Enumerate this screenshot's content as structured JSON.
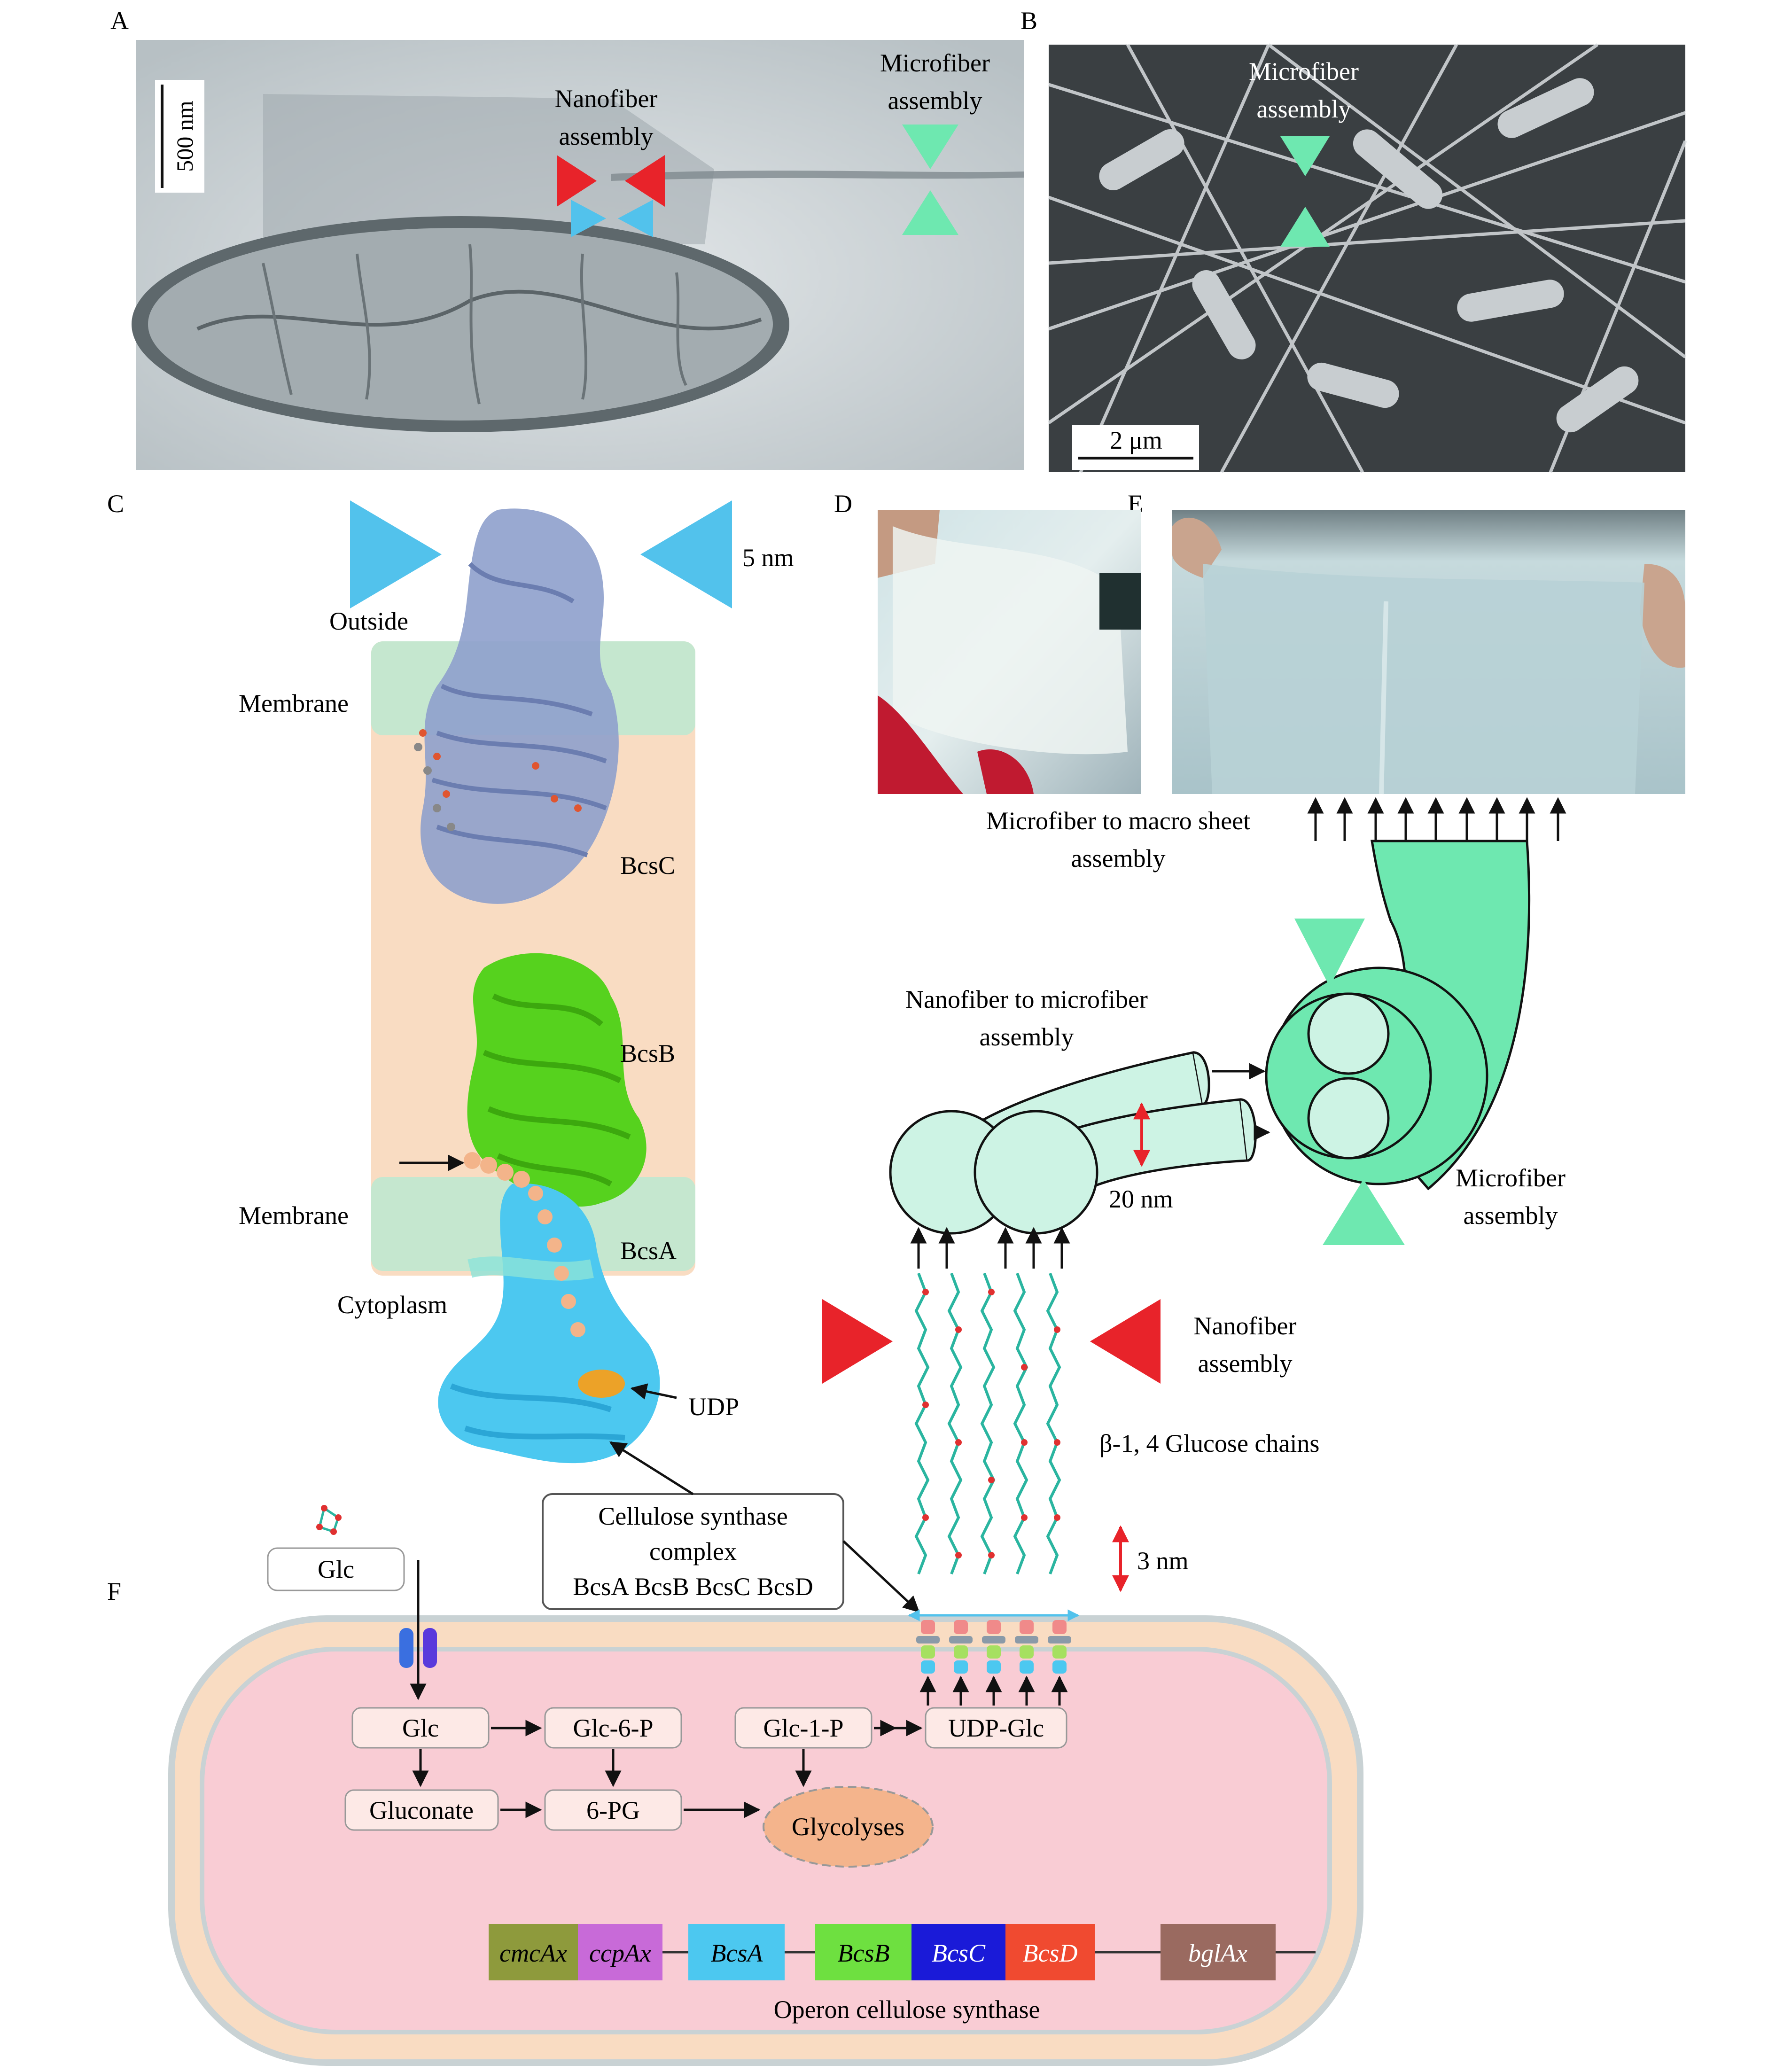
{
  "panels": {
    "a": "A",
    "b": "B",
    "c": "C",
    "d": "D",
    "e": "E",
    "f": "F"
  },
  "panel_a": {
    "scale": "500 nm",
    "nanofiber_line1": "Nanofiber",
    "nanofiber_line2": "assembly",
    "microfiber_line1": "Microfiber",
    "microfiber_line2": "assembly"
  },
  "panel_b": {
    "microfiber_line1": "Microfiber",
    "microfiber_line2": "assembly",
    "scale": "2 μm"
  },
  "panel_c": {
    "size": "5 nm",
    "outside": "Outside",
    "membrane_top": "Membrane",
    "membrane_bottom": "Membrane",
    "cytoplasm": "Cytoplasm",
    "bcsc": "BcsC",
    "bcsb": "BcsB",
    "bcsa": "BcsA",
    "udp": "UDP"
  },
  "panel_de": {
    "macro_line1": "Microfiber to macro sheet",
    "macro_line2": "assembly"
  },
  "assembly": {
    "nano_micro_line1": "Nanofiber to microfiber",
    "nano_micro_line2": "assembly",
    "fiber_width": "20 nm",
    "micro_line1": "Microfiber",
    "micro_line2": "assembly",
    "nano_line1": "Nanofiber",
    "nano_line2": "assembly",
    "chains": "β-1, 4 Glucose chains",
    "chain_spacing": "3 nm"
  },
  "complex_box": {
    "line1": "Cellulose synthase",
    "line2": "complex",
    "line3": "BcsA BcsB BcsC BcsD"
  },
  "metabolism": {
    "glc_outside": "Glc",
    "glc": "Glc",
    "glc6p": "Glc-6-P",
    "glc1p": "Glc-1-P",
    "udpglc": "UDP-Glc",
    "gluconate": "Gluconate",
    "pg6": "6-PG",
    "glycolyses": "Glycolyses"
  },
  "operon": {
    "title": "Operon cellulose synthase",
    "genes": [
      {
        "name": "cmcAx",
        "color": "#8e9a3c"
      },
      {
        "name": "ccpAx",
        "color": "#c86ad8"
      },
      {
        "name": "BcsA",
        "color": "#4cc8f0"
      },
      {
        "name": "BcsB",
        "color": "#6ee040"
      },
      {
        "name": "BcsC",
        "color": "#1a1ad8"
      },
      {
        "name": "BcsD",
        "color": "#f04a30"
      },
      {
        "name": "bglAx",
        "color": "#9a6a60"
      }
    ]
  },
  "colors": {
    "cyan_triangle": "#52c2ec",
    "red_triangle": "#e8232a",
    "mint_triangle": "#6ee8b0",
    "fiber_fill": "#cdf3e4",
    "microfiber_fill": "#6ee8b0",
    "cell_outer": "#f9dcc2",
    "cell_inner": "#f9ccd4",
    "membrane_band": "#bfe8d0",
    "protein_bg": "#f9dcc2",
    "arrow_red": "#e8232a"
  }
}
